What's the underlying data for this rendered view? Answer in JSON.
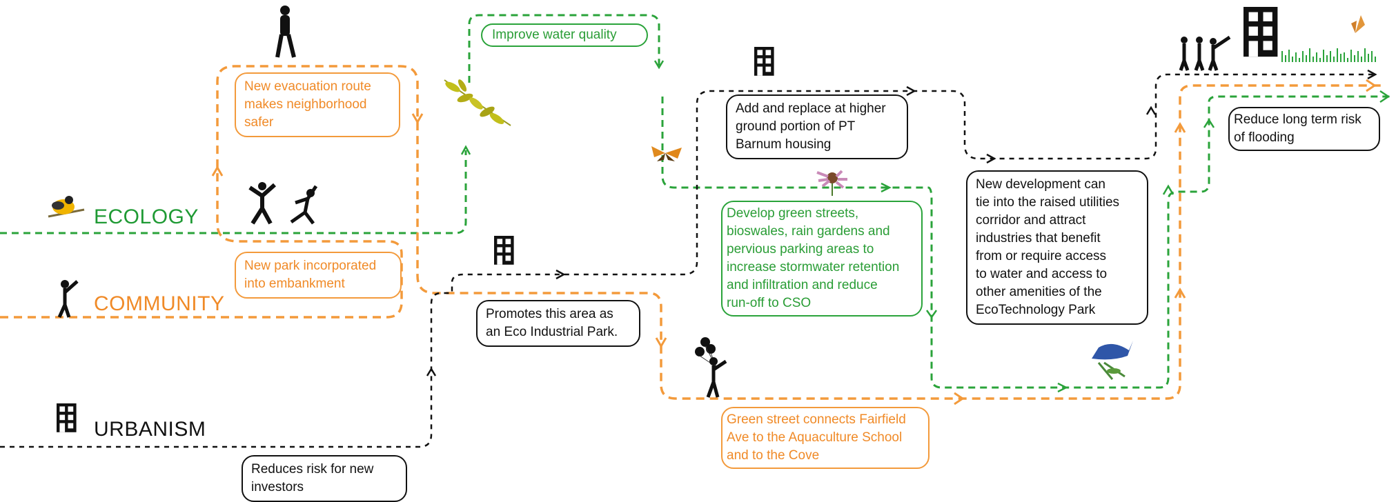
{
  "tracks": {
    "ecology": "ECOLOGY",
    "community": "COMMUNITY",
    "urbanism": "URBANISM"
  },
  "boxes": {
    "evacuation": [
      "New evacuation route",
      "makes neighborhood",
      "safer"
    ],
    "park": [
      "New park incorporated",
      "into embankment"
    ],
    "water": [
      "Improve water quality"
    ],
    "pt_barnum": [
      "Add and replace at higher",
      "ground portion of PT",
      "Barnum housing"
    ],
    "green_streets": [
      "Develop green streets,",
      "bioswales, rain gardens and",
      "pervious parking areas to",
      "increase stormwater retention",
      "and infiltration and reduce",
      "run-off to CSO"
    ],
    "eco_park": [
      "Promotes this area as",
      "an Eco Industrial Park."
    ],
    "fairfield": [
      "Green street connects Fairfield",
      "Ave to the Aquaculture School",
      "and to the Cove"
    ],
    "investors": [
      "Reduces risk for new",
      "investors"
    ],
    "new_dev": [
      "New development can",
      "tie into the raised utilities",
      "corridor and  attract",
      "industries that benefit",
      "from or require access",
      "to water and access to",
      "other amenities of the",
      "EcoTechnology Park"
    ],
    "flooding": [
      "Reduce long term risk",
      "of flooding"
    ]
  },
  "colors": {
    "ecology": "#2aa33a",
    "community": "#f39a3b",
    "urbanism": "#111111"
  },
  "icons": [
    "bird-icon",
    "person-walking-icon",
    "people-jumping-icon",
    "person-with-stick-icon",
    "building-icon",
    "leaf-branch-icon",
    "butterfly-icon",
    "flower-icon",
    "person-balloons-icon",
    "swallow-bird-icon",
    "people-group-icon",
    "grass-icon"
  ]
}
